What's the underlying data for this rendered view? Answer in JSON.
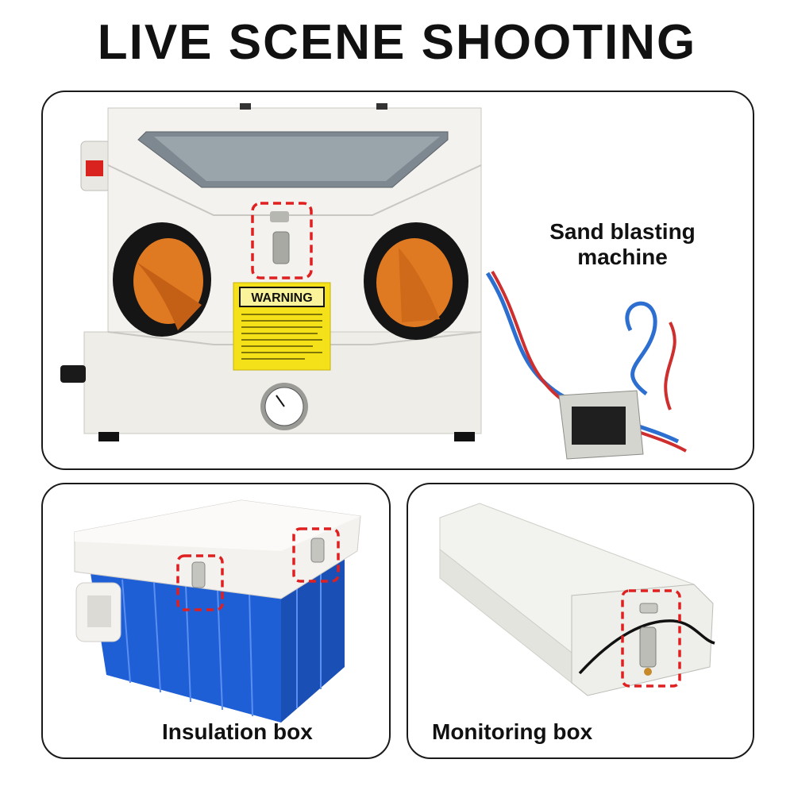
{
  "header": {
    "title": "LIVE SCENE SHOOTING"
  },
  "panels": {
    "top": {
      "caption": "Sand blasting machine",
      "image": "sand-blasting-machine-photo",
      "warning_label": "WARNING"
    },
    "bottom_left": {
      "caption": "Insulation box",
      "image": "blue-cooler-box-photo"
    },
    "bottom_right": {
      "caption": "Monitoring box",
      "image": "white-monitoring-box-photo"
    }
  },
  "colors": {
    "highlight": "#e02020",
    "cooler_blue": "#1f5fd6",
    "machine_body": "#f1f0eb",
    "warning_yellow": "#f5e11a",
    "bag_orange": "#e07a22"
  }
}
